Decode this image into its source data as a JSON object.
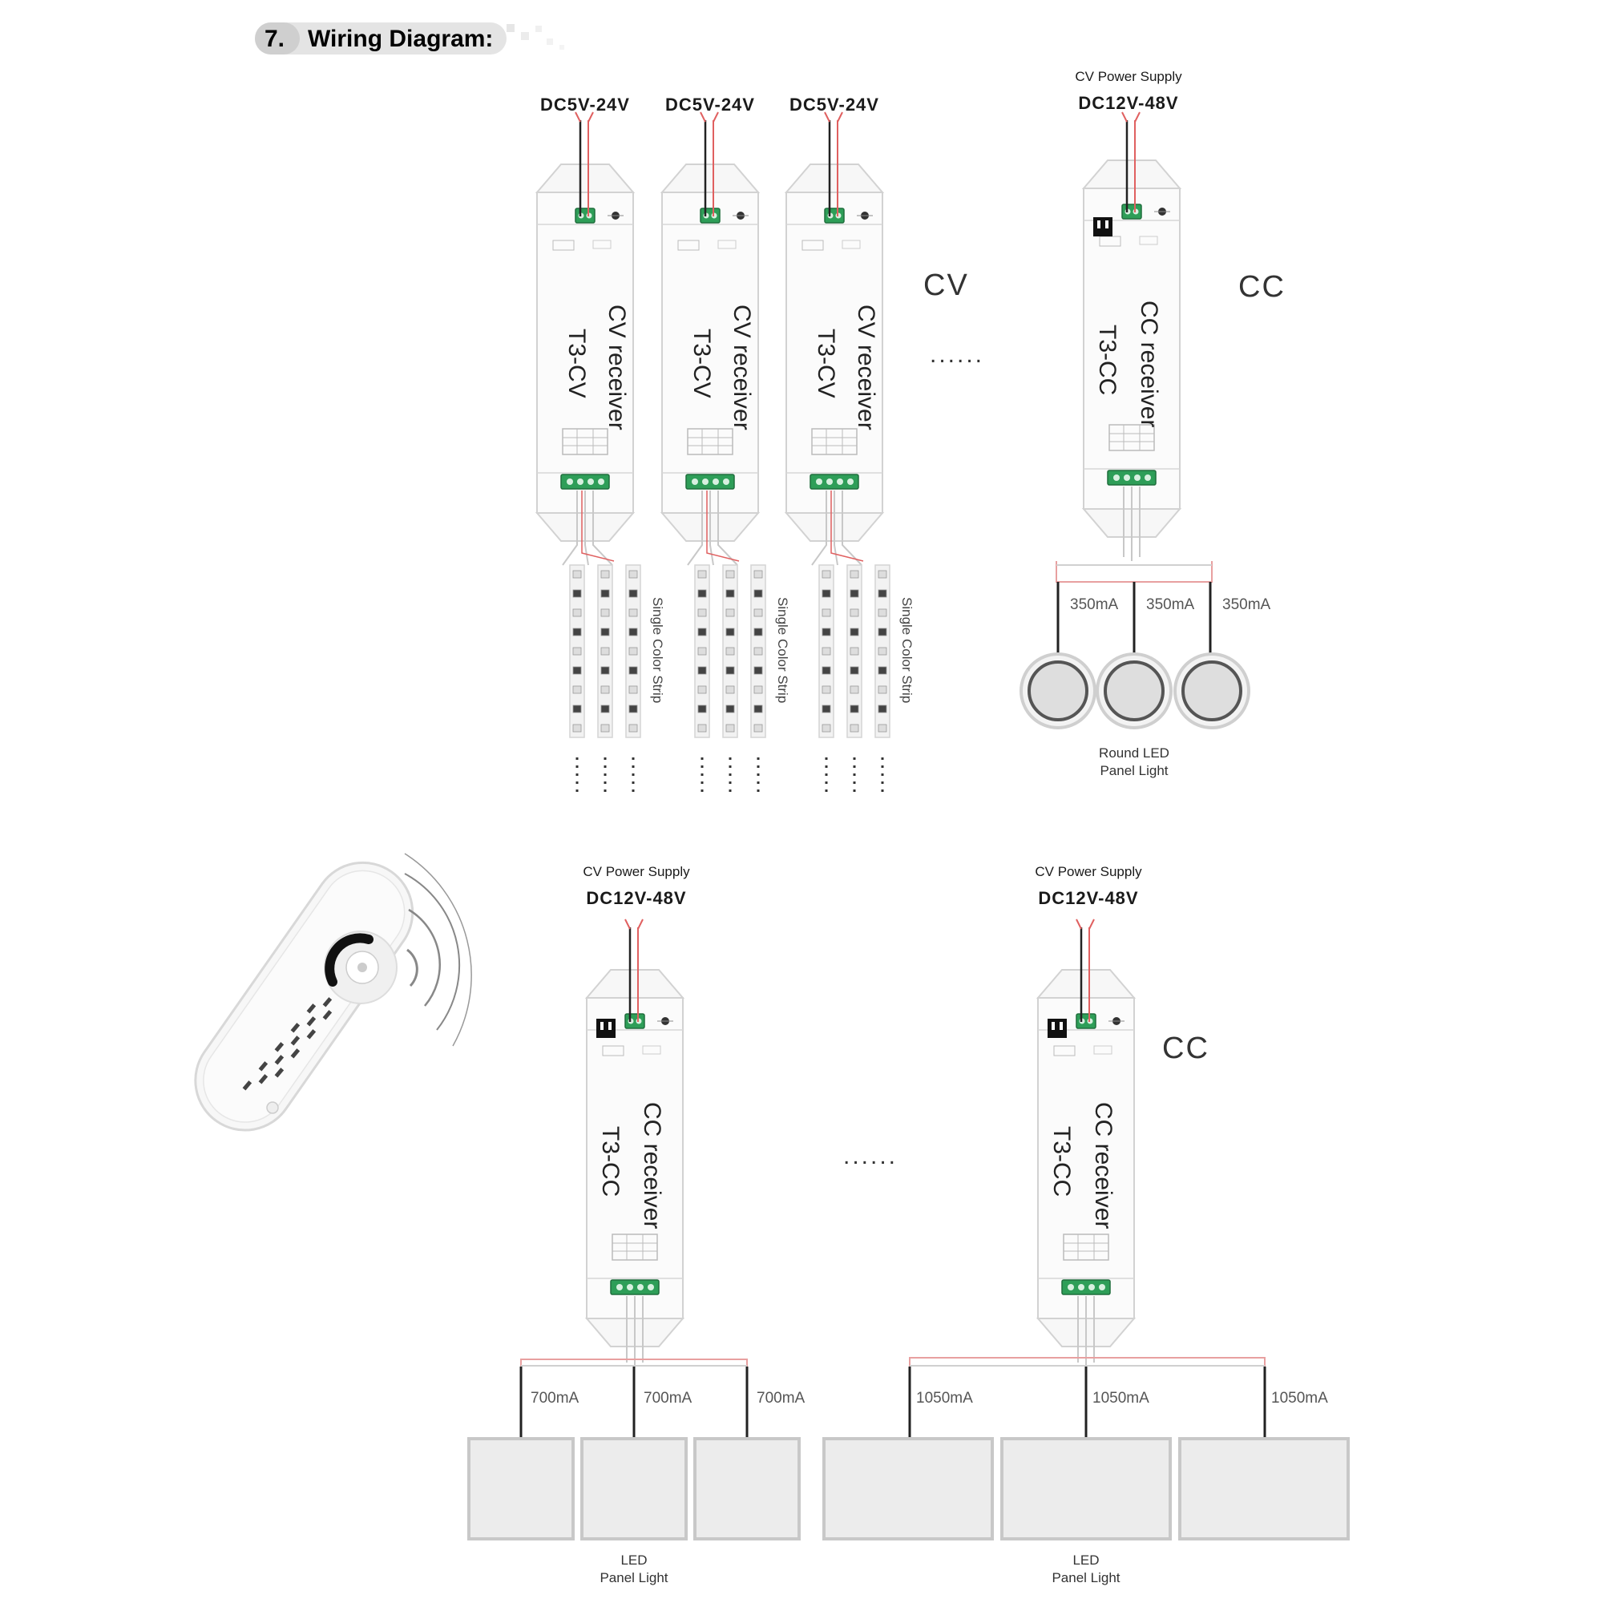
{
  "header": {
    "number": "7.",
    "title": "Wiring Diagram:"
  },
  "cv_group": {
    "supplies": [
      "DC5V-24V",
      "DC5V-24V",
      "DC5V-24V"
    ],
    "type_label": "CV",
    "receiver_name": "CV receiver",
    "receiver_model": "T3-CV",
    "strip_label": "Single Color Strip",
    "ellipsis": "......"
  },
  "cc_top": {
    "supply_title": "CV Power Supply",
    "supply_voltage": "DC12V-48V",
    "type_label": "CC",
    "receiver_name": "CC receiver",
    "receiver_model": "T3-CC",
    "currents": [
      "350mA",
      "350mA",
      "350mA"
    ],
    "load_label_1": "Round LED",
    "load_label_2": "Panel Light"
  },
  "cc_bottom_left": {
    "supply_title": "CV Power Supply",
    "supply_voltage": "DC12V-48V",
    "receiver_name": "CC receiver",
    "receiver_model": "T3-CC",
    "currents": [
      "700mA",
      "700mA",
      "700mA"
    ],
    "load_label_1": "LED",
    "load_label_2": "Panel Light"
  },
  "cc_bottom_right": {
    "supply_title": "CV Power Supply",
    "supply_voltage": "DC12V-48V",
    "type_label": "CC",
    "receiver_name": "CC receiver",
    "receiver_model": "T3-CC",
    "currents": [
      "1050mA",
      "1050mA",
      "1050mA"
    ],
    "load_label_1": "LED",
    "load_label_2": "Panel Light"
  },
  "bottom_ellipsis": "......",
  "colors": {
    "wire_red": "#e06060",
    "wire_black": "#222222",
    "terminal_green": "#2e9e58",
    "device_outline": "#cfcfcf"
  }
}
